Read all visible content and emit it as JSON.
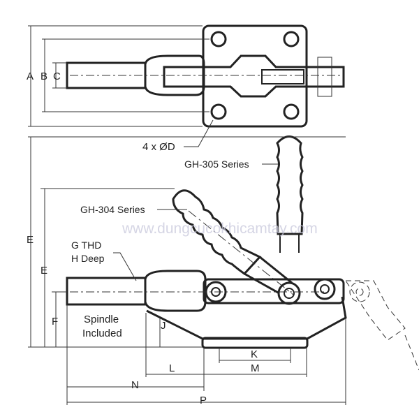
{
  "dimensions": {
    "A": "A",
    "B": "B",
    "C": "C",
    "D": "4 x ØD",
    "E_outer": "E",
    "E_inner": "E",
    "F": "F",
    "J": "J",
    "K": "K",
    "L": "L",
    "M": "M",
    "N": "N",
    "P": "P"
  },
  "callouts": {
    "gh305": "GH-305 Series",
    "gh304": "GH-304 Series",
    "thread_line1": "G THD",
    "thread_line2": "H Deep",
    "spindle_line1": "Spindle",
    "spindle_line2": "Included"
  },
  "watermark": "www.dungcucokhicamtay.com"
}
